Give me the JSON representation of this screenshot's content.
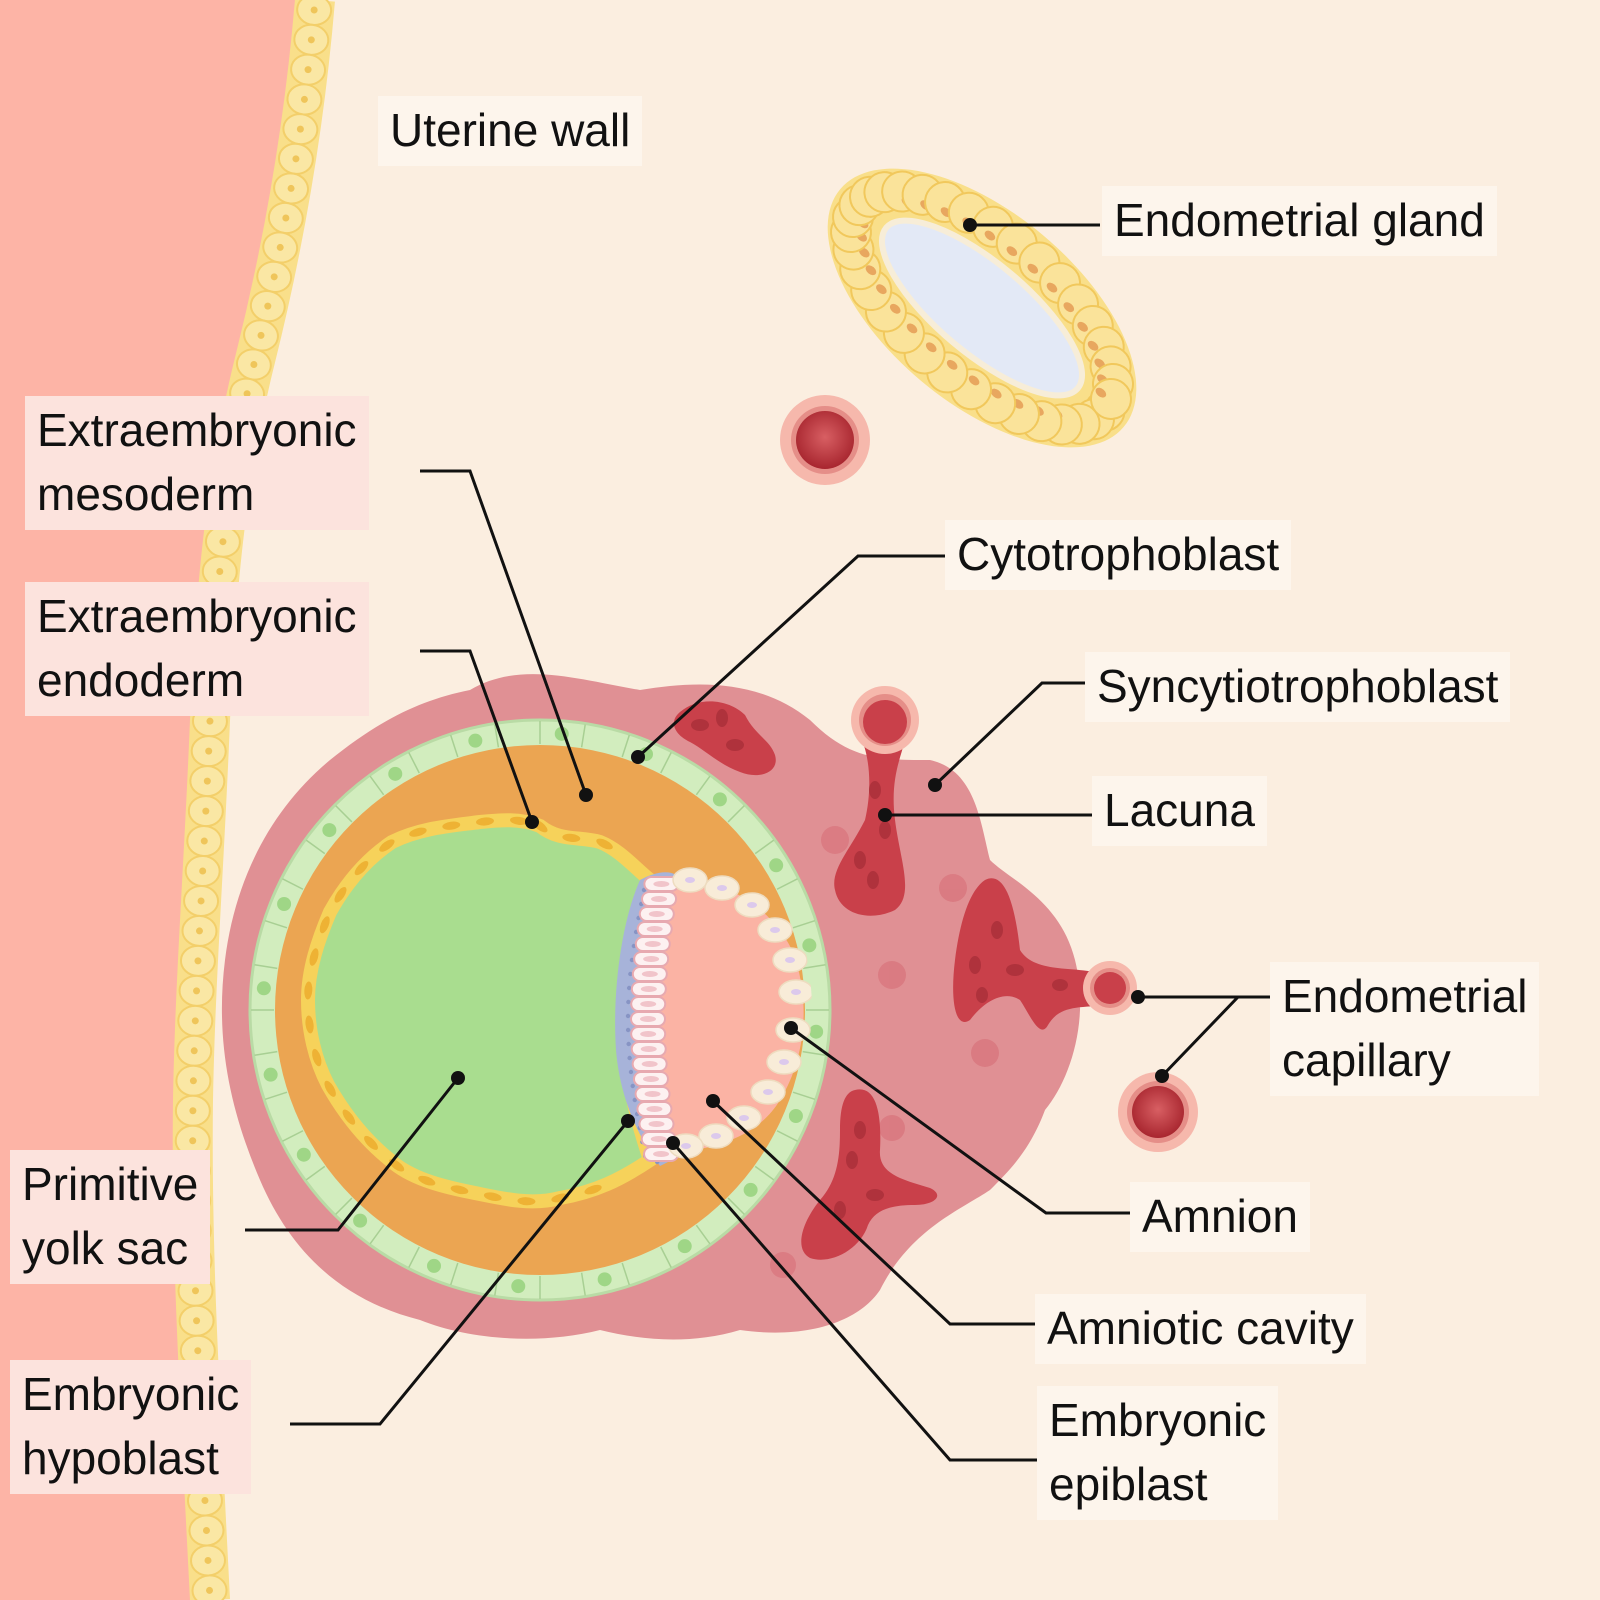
{
  "diagram": {
    "title": "",
    "labels": {
      "uterine_wall": [
        "Uterine wall"
      ],
      "endometrial_gland": [
        "Endometrial gland"
      ],
      "extraembryonic_mesoderm": [
        "Extraembryonic",
        "mesoderm"
      ],
      "extraembryonic_endoderm": [
        "Extraembryonic",
        "endoderm"
      ],
      "cytotrophoblast": [
        "Cytotrophoblast"
      ],
      "syncytiotrophoblast": [
        "Syncytiotrophoblast"
      ],
      "lacuna": [
        "Lacuna"
      ],
      "endometrial_capillary": [
        "Endometrial",
        "capillary"
      ],
      "primitive_yolk_sac": [
        "Primitive",
        "yolk sac"
      ],
      "amnion": [
        "Amnion"
      ],
      "amniotic_cavity": [
        "Amniotic cavity"
      ],
      "embryonic_hypoblast": [
        "Embryonic",
        "hypoblast"
      ],
      "embryonic_epiblast": [
        "Embryonic",
        "epiblast"
      ]
    },
    "colors": {
      "background": "#fbeee0",
      "myometrium": "#fdb4a6",
      "epithelium": "#f9df8a",
      "gland_lumen": "#e3e9f6",
      "syncytiotrophoblast": "#e09094",
      "lacuna_blood": "#c9404a",
      "cytotrophoblast": "#d2edbe",
      "extraembryonic_mesoderm": "#eba552",
      "extraembryonic_endoderm": "#f6d25a",
      "yolk_sac": "#a9dd8f",
      "hypoblast": "#a7b3d9",
      "epiblast": "#f8e4e4",
      "amniotic_cavity": "#fbb3a4",
      "amnion": "#f8ecd8"
    }
  }
}
